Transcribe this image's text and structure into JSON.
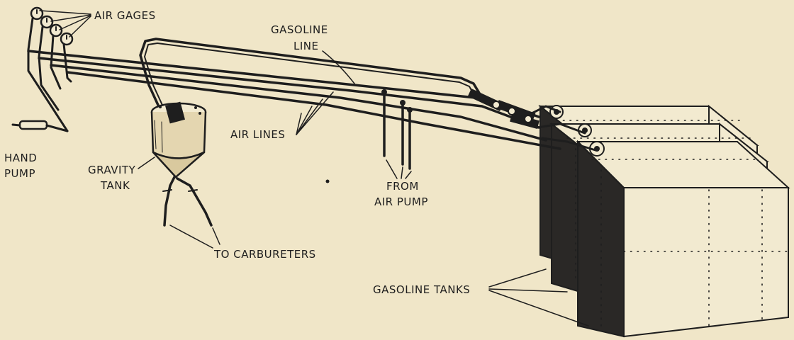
{
  "labels": {
    "air_gages": "AIR GAGES",
    "gasoline_line_1": "GASOLINE",
    "gasoline_line_2": "LINE",
    "air_lines": "AIR LINES",
    "hand_pump_1": "HAND",
    "hand_pump_2": "PUMP",
    "gravity_tank_1": "GRAVITY",
    "gravity_tank_2": "TANK",
    "from_air_pump_1": "FROM",
    "from_air_pump_2": "AIR PUMP",
    "to_carbureters": "TO CARBURETERS",
    "gasoline_tanks": "GASOLINE TANKS"
  },
  "colors": {
    "paper": "#f0e6c8",
    "ink": "#1e1e1e",
    "tank_dark": "#2a2826"
  }
}
